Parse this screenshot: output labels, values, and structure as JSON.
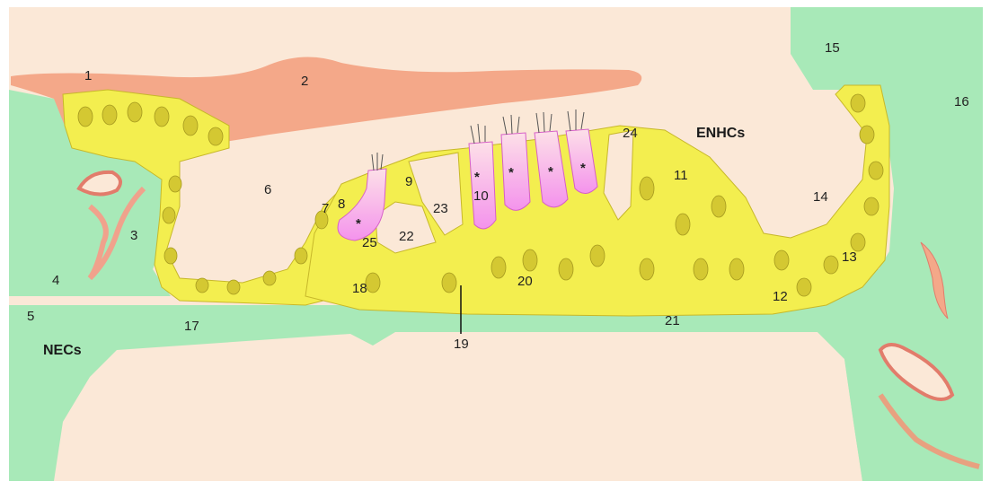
{
  "figure": {
    "colors": {
      "background": "#fbe8d7",
      "connective_tissue": "#a8e9b8",
      "tectorial_membrane": "#f4a889",
      "epithelial_cells": "#f3ee4f",
      "hair_cells": "#f593ec",
      "frame": "#ffffff"
    },
    "numbers": [
      "1",
      "2",
      "3",
      "4",
      "5",
      "6",
      "7",
      "8",
      "9",
      "10",
      "11",
      "12",
      "13",
      "14",
      "15",
      "16",
      "17",
      "18",
      "19",
      "20",
      "21",
      "22",
      "23",
      "24",
      "25"
    ],
    "region_labels": {
      "left": "NECs",
      "right": "ENHCs"
    },
    "hair_cell_marker": "*"
  }
}
